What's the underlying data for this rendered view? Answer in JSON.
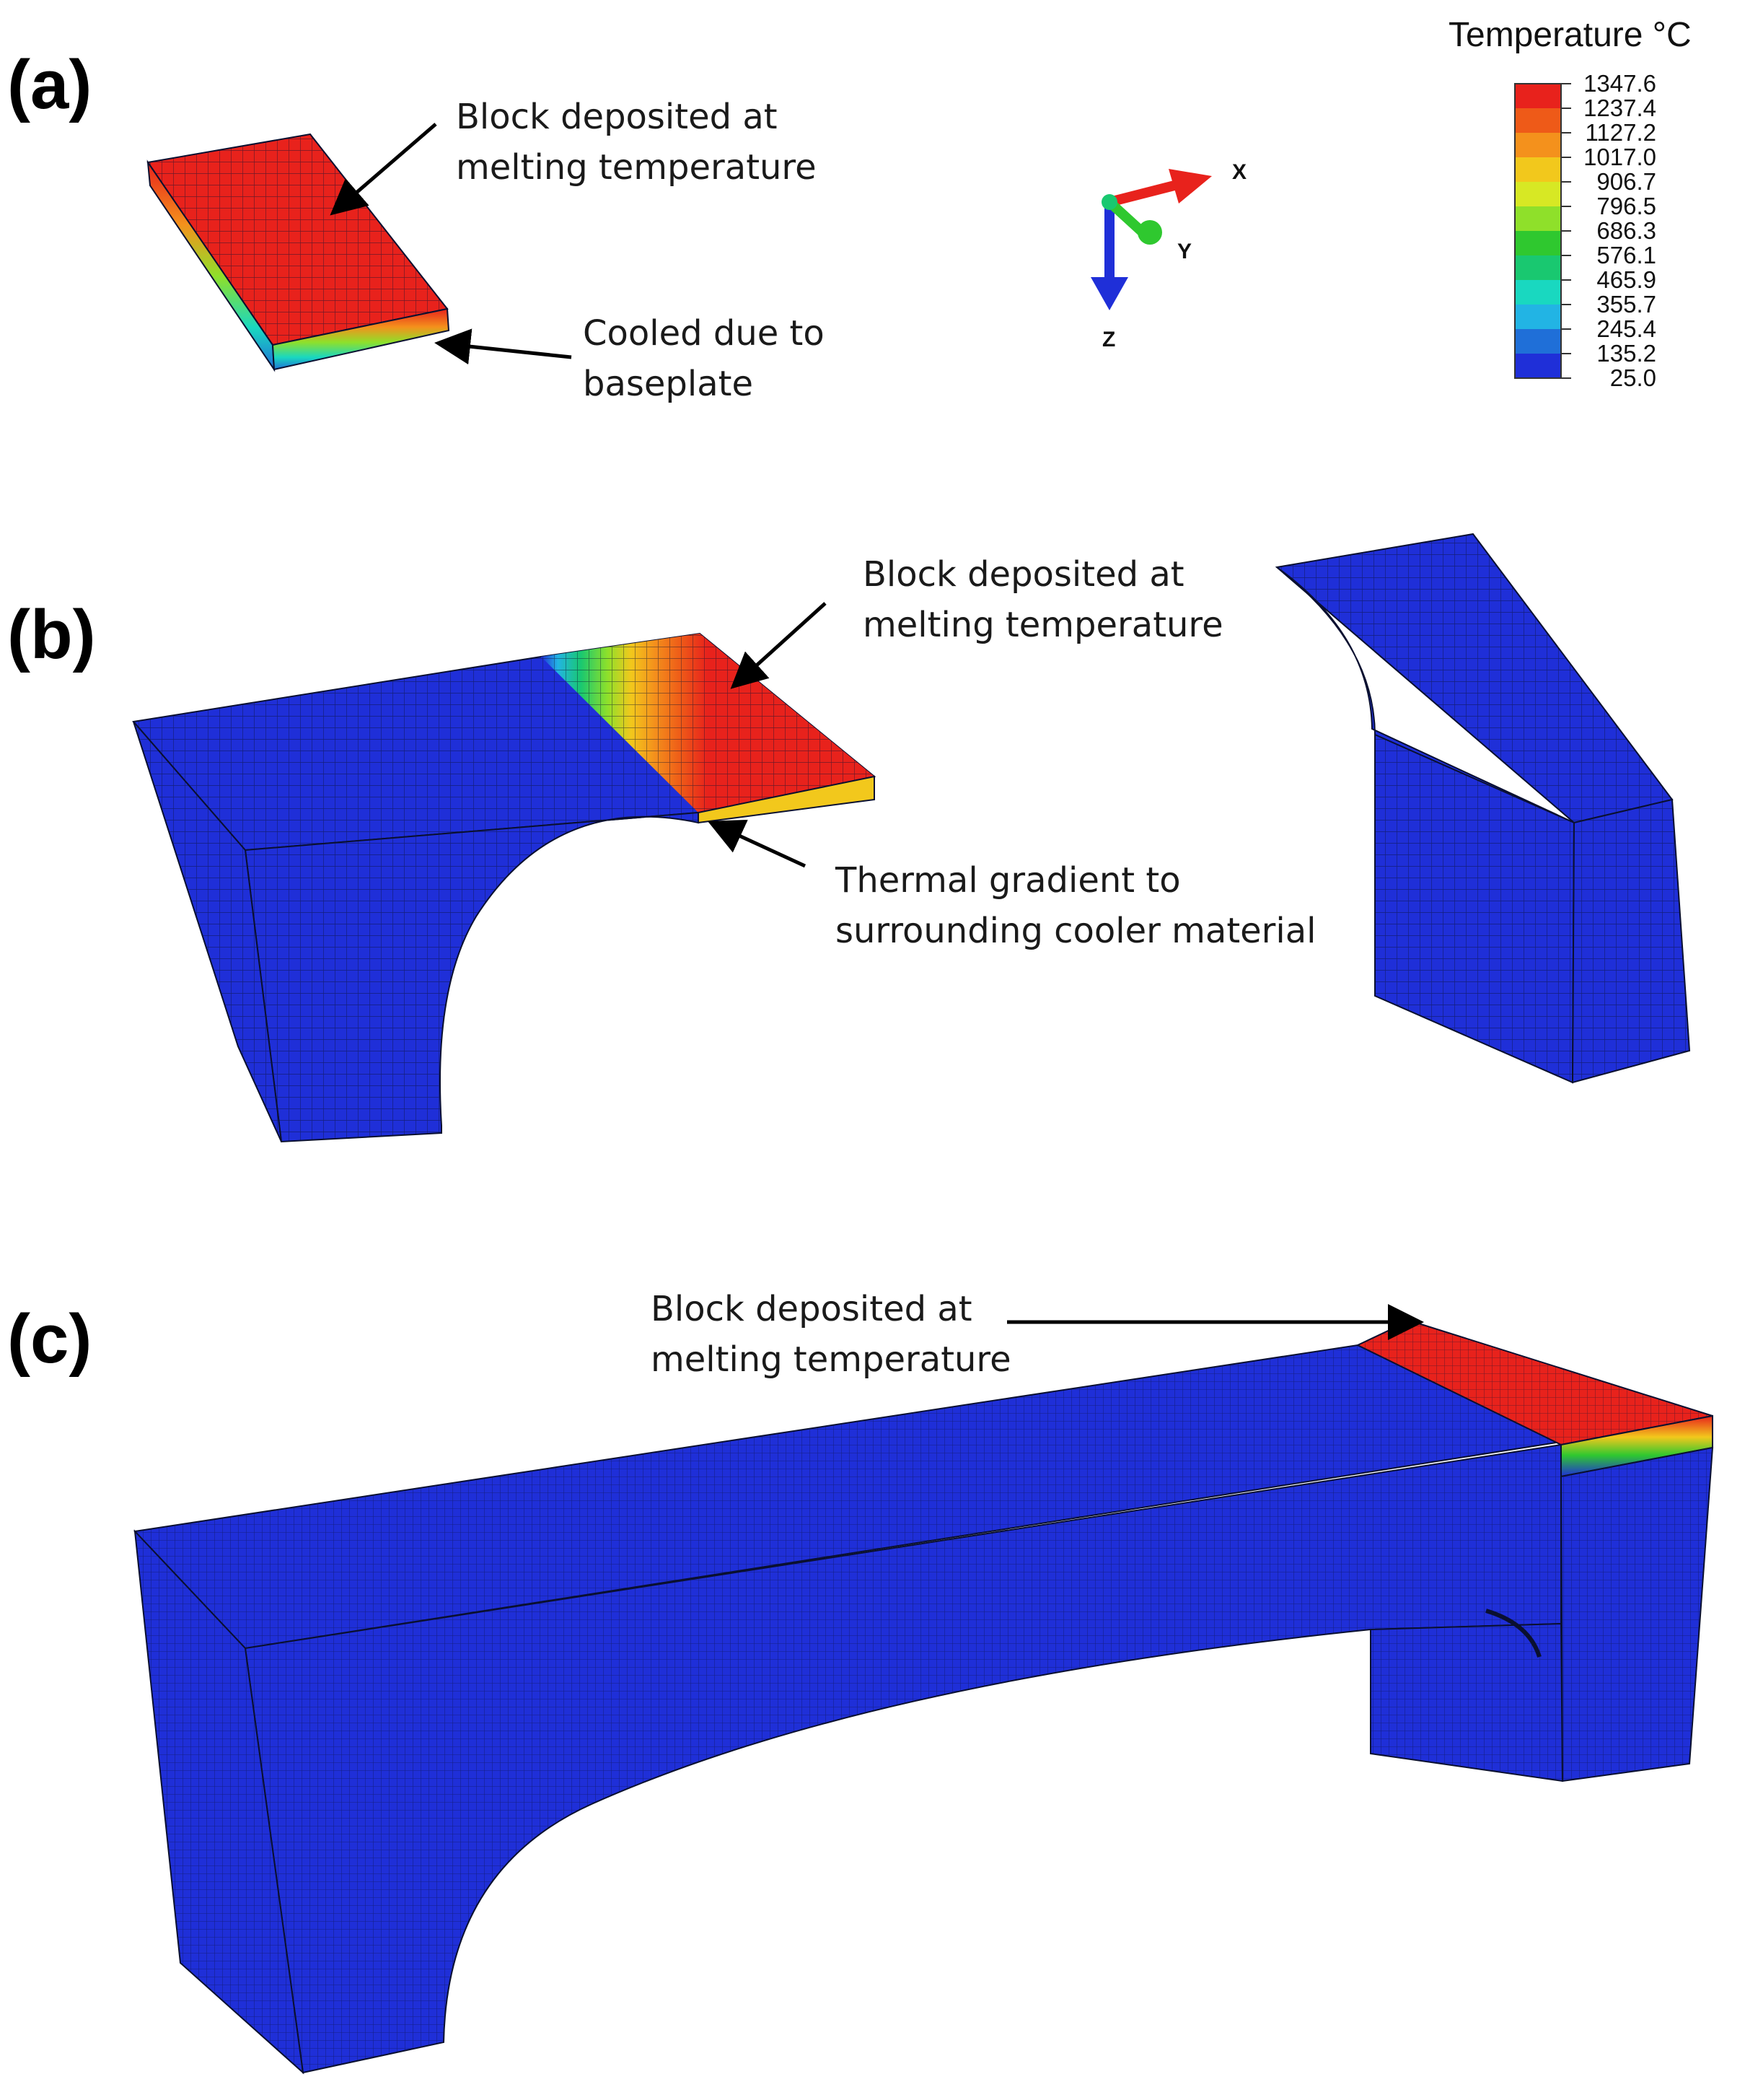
{
  "panels": [
    {
      "label": "(a)",
      "annotations": [
        {
          "line1": "Block deposited at",
          "line2": "melting temperature"
        },
        {
          "line1": "Cooled due to",
          "line2": "baseplate"
        }
      ]
    },
    {
      "label": "(b)",
      "annotations": [
        {
          "line1": "Block deposited at",
          "line2": "melting temperature"
        },
        {
          "line1": "Thermal gradient to",
          "line2": "surrounding cooler material"
        }
      ]
    },
    {
      "label": "(c)",
      "annotations": [
        {
          "line1": "Block deposited at",
          "line2": "melting temperature"
        }
      ]
    }
  ],
  "legend": {
    "title": "Temperature °C",
    "values": [
      "1347.6",
      "1237.4",
      "1127.2",
      "1017.0",
      "906.7",
      "796.5",
      "686.3",
      "576.1",
      "465.9",
      "355.7",
      "245.4",
      "135.2",
      "25.0"
    ],
    "colors": [
      "#e8221c",
      "#ee5a18",
      "#f4911c",
      "#f2c81c",
      "#d7e824",
      "#8fe02a",
      "#2fc82f",
      "#19c870",
      "#19d8c0",
      "#22b4e4",
      "#1f6fd8",
      "#1f2fd8"
    ]
  },
  "axes": {
    "x": "X",
    "y": "Y",
    "z": "Z"
  },
  "colors": {
    "hot": "#e8221c",
    "cold": "#1f2fd8",
    "mesh": "#0a1030"
  }
}
